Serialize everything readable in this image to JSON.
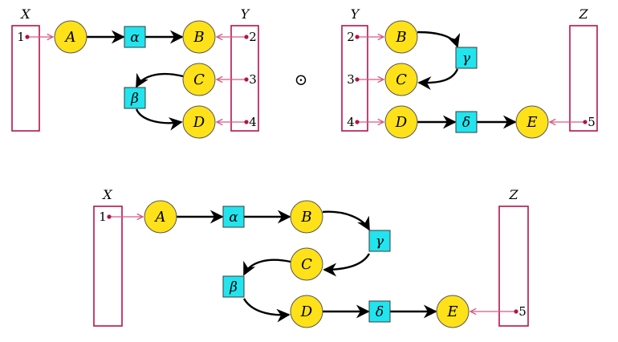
{
  "colors": {
    "port_box": "#b5134b",
    "port_arrow": "#d65a86",
    "node_fill": "#ffe119",
    "node_stroke": "#555555",
    "op_fill": "#22e4ee",
    "op_stroke": "#3a3a3a",
    "edge": "#000000"
  },
  "operator_symbol": "⊙",
  "diagrams": [
    {
      "id": "top-left",
      "ports": [
        {
          "id": "X",
          "label": "X",
          "entries": [
            {
              "num": "1",
              "target": "A",
              "side": "left"
            }
          ]
        },
        {
          "id": "Y",
          "label": "Y",
          "entries": [
            {
              "num": "2",
              "target": "B",
              "side": "right"
            },
            {
              "num": "3",
              "target": "C",
              "side": "right"
            },
            {
              "num": "4",
              "target": "D",
              "side": "right"
            }
          ]
        }
      ],
      "nodes": [
        {
          "id": "A",
          "label": "A"
        },
        {
          "id": "B",
          "label": "B"
        },
        {
          "id": "C",
          "label": "C"
        },
        {
          "id": "D",
          "label": "D"
        }
      ],
      "ops": [
        {
          "id": "alpha",
          "label": "α"
        },
        {
          "id": "beta",
          "label": "β"
        }
      ],
      "edges": [
        {
          "from": "A",
          "to": "alpha"
        },
        {
          "from": "alpha",
          "to": "B"
        },
        {
          "from": "C",
          "to": "beta"
        },
        {
          "from": "beta",
          "to": "D"
        }
      ]
    },
    {
      "id": "top-right",
      "ports": [
        {
          "id": "Y",
          "label": "Y",
          "entries": [
            {
              "num": "2",
              "target": "B",
              "side": "left"
            },
            {
              "num": "3",
              "target": "C",
              "side": "left"
            },
            {
              "num": "4",
              "target": "D",
              "side": "left"
            }
          ]
        },
        {
          "id": "Z",
          "label": "Z",
          "entries": [
            {
              "num": "5",
              "target": "E",
              "side": "right"
            }
          ]
        }
      ],
      "nodes": [
        {
          "id": "B",
          "label": "B"
        },
        {
          "id": "C",
          "label": "C"
        },
        {
          "id": "D",
          "label": "D"
        },
        {
          "id": "E",
          "label": "E"
        }
      ],
      "ops": [
        {
          "id": "gamma",
          "label": "γ"
        },
        {
          "id": "delta",
          "label": "δ"
        }
      ],
      "edges": [
        {
          "from": "B",
          "to": "gamma"
        },
        {
          "from": "gamma",
          "to": "C"
        },
        {
          "from": "D",
          "to": "delta"
        },
        {
          "from": "delta",
          "to": "E"
        }
      ]
    },
    {
      "id": "bottom-composite",
      "ports": [
        {
          "id": "X",
          "label": "X",
          "entries": [
            {
              "num": "1",
              "target": "A",
              "side": "left"
            }
          ]
        },
        {
          "id": "Z",
          "label": "Z",
          "entries": [
            {
              "num": "5",
              "target": "E",
              "side": "right"
            }
          ]
        }
      ],
      "nodes": [
        {
          "id": "A",
          "label": "A"
        },
        {
          "id": "B",
          "label": "B"
        },
        {
          "id": "C",
          "label": "C"
        },
        {
          "id": "D",
          "label": "D"
        },
        {
          "id": "E",
          "label": "E"
        }
      ],
      "ops": [
        {
          "id": "alpha",
          "label": "α"
        },
        {
          "id": "gamma",
          "label": "γ"
        },
        {
          "id": "beta",
          "label": "β"
        },
        {
          "id": "delta",
          "label": "δ"
        }
      ],
      "edges": [
        {
          "from": "A",
          "to": "alpha"
        },
        {
          "from": "alpha",
          "to": "B"
        },
        {
          "from": "B",
          "to": "gamma"
        },
        {
          "from": "gamma",
          "to": "C"
        },
        {
          "from": "C",
          "to": "beta"
        },
        {
          "from": "beta",
          "to": "D"
        },
        {
          "from": "D",
          "to": "delta"
        },
        {
          "from": "delta",
          "to": "E"
        }
      ]
    }
  ]
}
